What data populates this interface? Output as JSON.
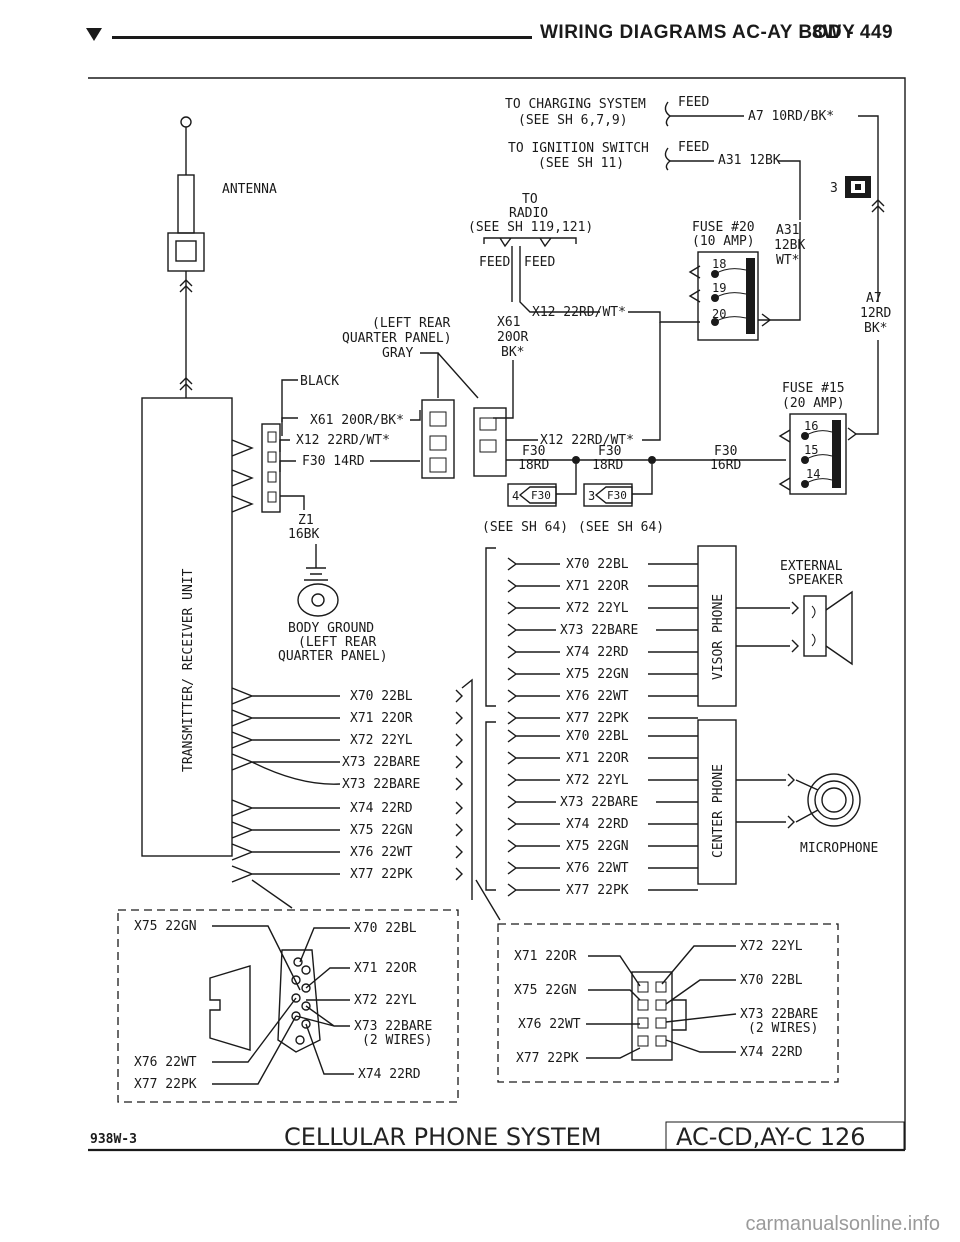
{
  "header": {
    "title": "WIRING DIAGRAMS AC-AY BODY",
    "page": "8W - 449"
  },
  "footer": {
    "code": "938W-3",
    "title": "CELLULAR PHONE SYSTEM",
    "ref": "AC-CD,AY-C 126"
  },
  "watermark": "carmanualsonline.info",
  "labels": {
    "to_charging": "TO CHARGING SYSTEM",
    "see_sh_679": "(SEE SH 6,7,9)",
    "feed": "FEED",
    "a7_wire": "A7 10RD/BK*",
    "to_ignition": "TO IGNITION SWITCH",
    "see_sh_11": "(SEE SH 11)",
    "a31_wire": "A31 12BK",
    "antenna": "ANTENNA",
    "to": "TO",
    "radio": "RADIO",
    "see_sh_119": "(SEE SH 119,121)",
    "fuse20": "FUSE #20",
    "fuse20amp": "(10 AMP)",
    "a31": "A31",
    "a31_12bk": "12BK",
    "a31_wt": "WT*",
    "num3": "3",
    "x12_22rdwt": "X12 22RD/WT*",
    "x61": "X61",
    "x61_20or": "20OR",
    "x61_bk": "BK*",
    "a7": "A7",
    "a7_12rd": "12RD",
    "a7_bk": "BK*",
    "left_rear": "(LEFT REAR",
    "quarter_panel": "QUARTER PANEL)",
    "gray": "GRAY",
    "black": "BLACK",
    "fuse15": "FUSE #15",
    "fuse15amp": "(20 AMP)",
    "x61_20orbk": "X61 20OR/BK*",
    "x12_22rdwt2": "X12 22RD/WT*",
    "f30_14rd": "F30 14RD",
    "x12_22rdwt3": "X12 22RD/WT*",
    "f30": "F30",
    "rd18": "18RD",
    "rd16": "16RD",
    "f30_4": "4",
    "f30_3": "3",
    "z1": "Z1",
    "z1_16bk": "16BK",
    "see_sh_64": "(SEE SH 64)",
    "transmitter": "TRANSMITTER/ RECEIVER UNIT",
    "visor_phone": "VISOR PHONE",
    "center_phone": "CENTER PHONE",
    "external": "EXTERNAL",
    "speaker": "SPEAKER",
    "microphone": "MICROPHONE",
    "body_ground": "BODY GROUND",
    "bg_left_rear": "(LEFT REAR",
    "bg_quarter": "QUARTER PANEL)",
    "two_wires": "(2 WIRES)",
    "fuse_pins_20": [
      "18",
      "19",
      "20"
    ],
    "fuse_pins_15": [
      "16",
      "15",
      "14"
    ]
  },
  "circuits": [
    "X70 22BL",
    "X71 22OR",
    "X72 22YL",
    "X73 22BARE",
    "X73 22BARE",
    "X74 22RD",
    "X75 22GN",
    "X76 22WT",
    "X77 22PK"
  ],
  "visor_circuits": [
    "X70 22BL",
    "X71 22OR",
    "X72 22YL",
    "X73 22BARE",
    "X74 22RD",
    "X75 22GN",
    "X76 22WT",
    "X77 22PK"
  ],
  "center_circuits": [
    "X70 22BL",
    "X71 22OR",
    "X72 22YL",
    "X73 22BARE",
    "X74 22RD",
    "X75 22GN",
    "X76 22WT",
    "X77 22PK"
  ],
  "left_connector": {
    "x75": "X75 22GN",
    "x70": "X70 22BL",
    "x71": "X71 22OR",
    "x72": "X72 22YL",
    "x73": "X73 22BARE",
    "x76": "X76 22WT",
    "x77": "X77 22PK",
    "x74": "X74 22RD"
  },
  "right_connector": {
    "x71": "X71 22OR",
    "x75": "X75 22GN",
    "x76": "X76 22WT",
    "x77": "X77 22PK",
    "x72": "X72 22YL",
    "x70": "X70 22BL",
    "x73": "X73 22BARE",
    "x74": "X74 22RD"
  }
}
